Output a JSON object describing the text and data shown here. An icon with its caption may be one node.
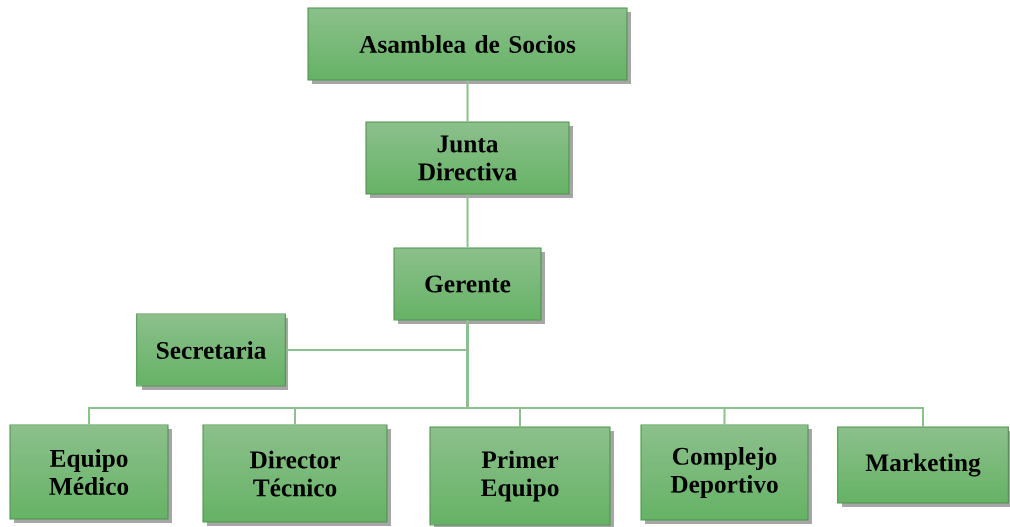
{
  "diagram": {
    "nodes": [
      {
        "text": [
          "Asamblea de Socios"
        ]
      },
      {
        "text": [
          "Junta Directiva"
        ]
      },
      {
        "text": [
          "Gerente"
        ]
      },
      {
        "text": [
          "Secretaria"
        ]
      },
      {
        "text": [
          "Equipo Médico"
        ]
      },
      {
        "text": [
          "Director Técnico"
        ]
      },
      {
        "text": [
          "Primer Equipo"
        ]
      },
      {
        "text": [
          "Complejo Deportivo"
        ]
      },
      {
        "text": [
          "Marketing"
        ]
      }
    ],
    "edges": [
      {
        "from": 0,
        "to": 1,
        "arrow": "none"
      },
      {
        "from": 1,
        "to": 2,
        "arrow": "none"
      },
      {
        "from": 2,
        "to": 3,
        "arrow": "none"
      },
      {
        "from": 2,
        "to": 4,
        "arrow": "none"
      },
      {
        "from": 2,
        "to": 5,
        "arrow": "none"
      },
      {
        "from": 2,
        "to": 6,
        "arrow": "none"
      },
      {
        "from": 2,
        "to": 7,
        "arrow": "none"
      },
      {
        "from": 2,
        "to": 8,
        "arrow": "none"
      }
    ]
  }
}
